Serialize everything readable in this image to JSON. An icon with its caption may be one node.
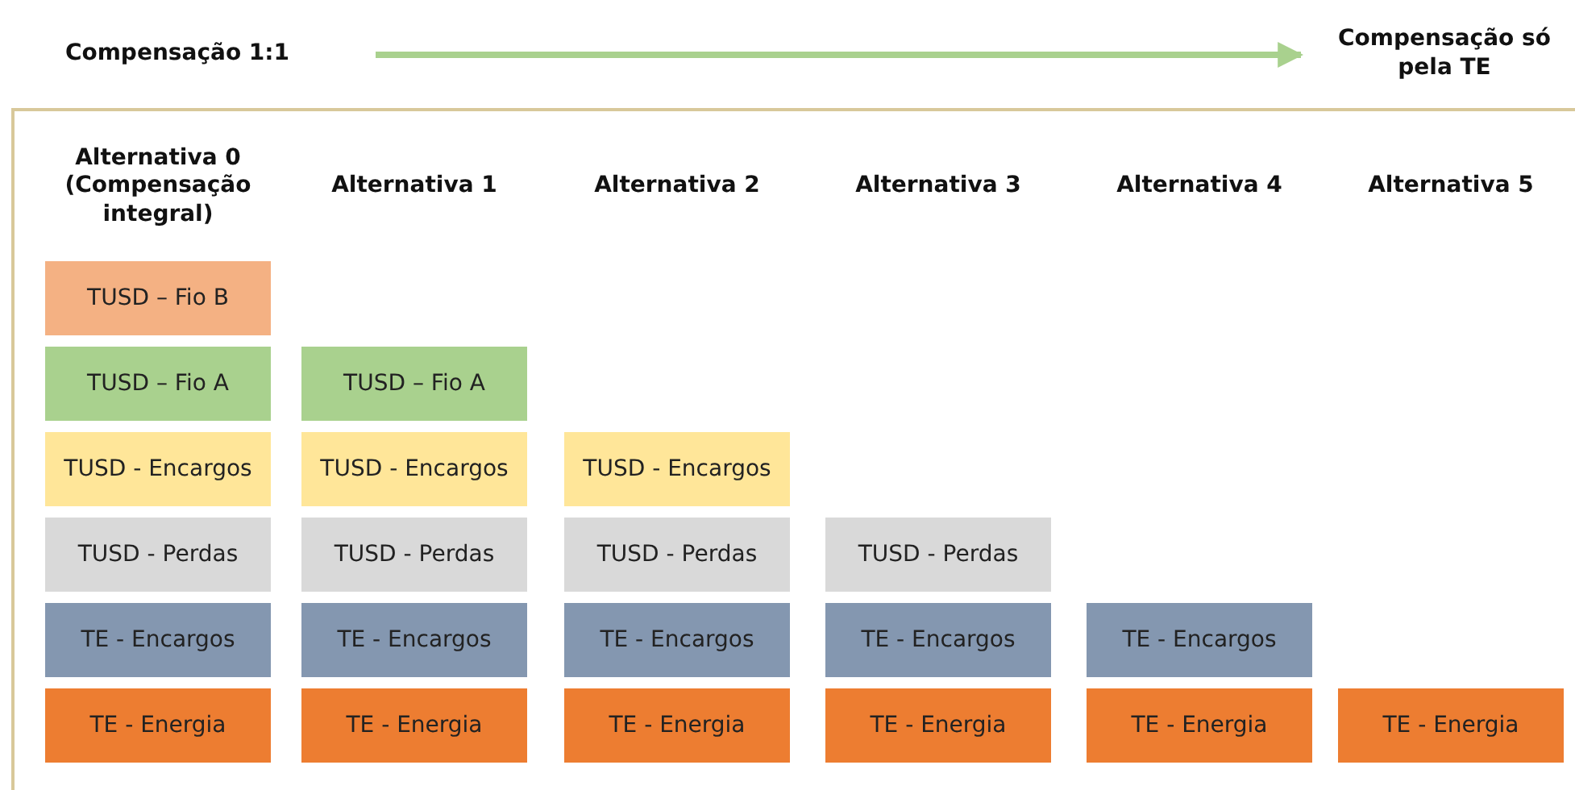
{
  "diagram": {
    "nodes": [
      {
        "text": [
          "Compensação 1:1"
        ]
      },
      {
        "text": [
          "Compensação só pela TE"
        ]
      },
      {
        "text": [
          "TUSD – Fio B"
        ]
      },
      {
        "text": [
          "TUSD – Fio A"
        ]
      },
      {
        "text": [
          "TUSD – Fio A"
        ]
      },
      {
        "text": [
          "TUSD - Encargos"
        ]
      },
      {
        "text": [
          "TUSD - Encargos"
        ]
      },
      {
        "text": [
          "TUSD - Encargos"
        ]
      },
      {
        "text": [
          "TUSD - Perdas"
        ]
      },
      {
        "text": [
          "TUSD - Perdas"
        ]
      },
      {
        "text": [
          "TUSD - Perdas"
        ]
      },
      {
        "text": [
          "TUSD - Perdas"
        ]
      },
      {
        "text": [
          "TE - Encargos"
        ]
      },
      {
        "text": [
          "TE - Encargos"
        ]
      },
      {
        "text": [
          "TE - Encargos"
        ]
      },
      {
        "text": [
          "TE - Encargos"
        ]
      },
      {
        "text": [
          "TE - Encargos"
        ]
      },
      {
        "text": [
          "TE - Energia"
        ]
      },
      {
        "text": [
          "TE - Energia"
        ]
      },
      {
        "text": [
          "TE - Energia"
        ]
      },
      {
        "text": [
          "TE - Energia"
        ]
      },
      {
        "text": [
          "TE - Energia"
        ]
      },
      {
        "text": [
          "TE - Energia"
        ]
      }
    ],
    "edges": [
      {
        "from": 0,
        "to": 1,
        "arrow": "to"
      }
    ],
    "labels": [
      "Alternativa 0 (Compensação integral)",
      "Alternativa 1",
      "Alternativa 2",
      "Alternativa 3",
      "Alternativa 4",
      "Alternativa 5"
    ]
  }
}
